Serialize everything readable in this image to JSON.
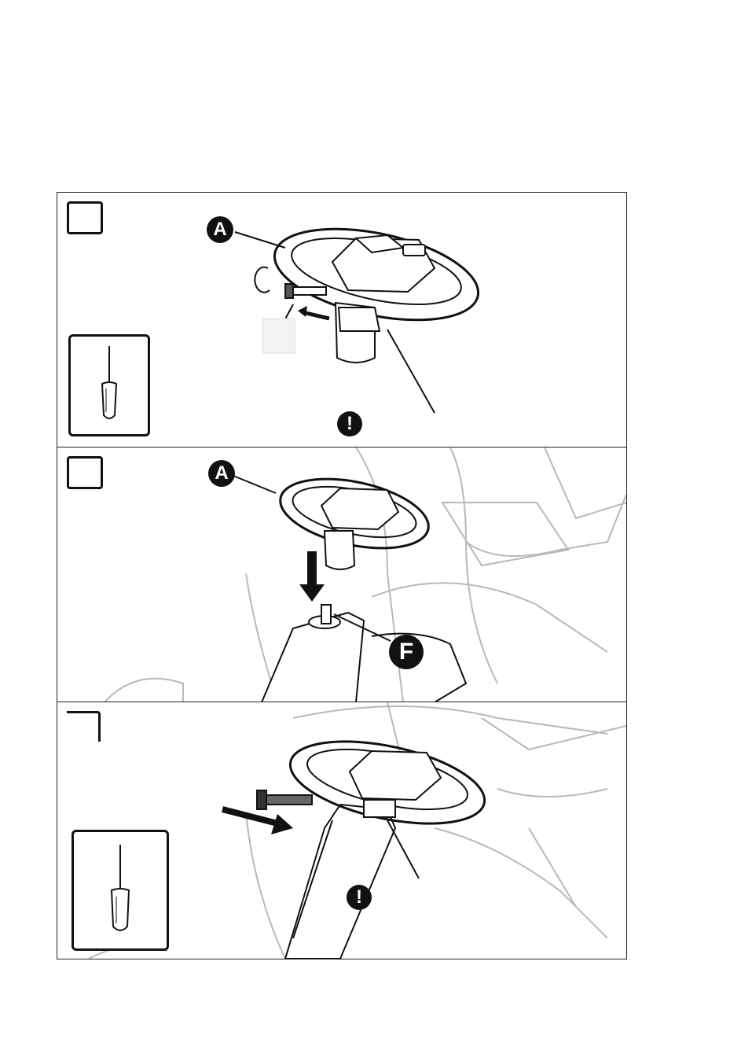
{
  "header": {
    "line_1": "",
    "line_2": "",
    "line_3": "",
    "line_4": ""
  },
  "steps": [
    {
      "number": "",
      "callouts": [
        "A"
      ],
      "warning_text": "",
      "tool": "screwdriver-icon"
    },
    {
      "number": "",
      "callouts": [
        "A",
        "F"
      ]
    },
    {
      "number": "",
      "warning_text": "",
      "tool": "screwdriver-icon"
    }
  ],
  "footer": {
    "page_number": ""
  },
  "colors": {
    "ink": "#111111",
    "line": "#222222",
    "faint_line": "#b8b8b8",
    "paper": "#ffffff"
  }
}
